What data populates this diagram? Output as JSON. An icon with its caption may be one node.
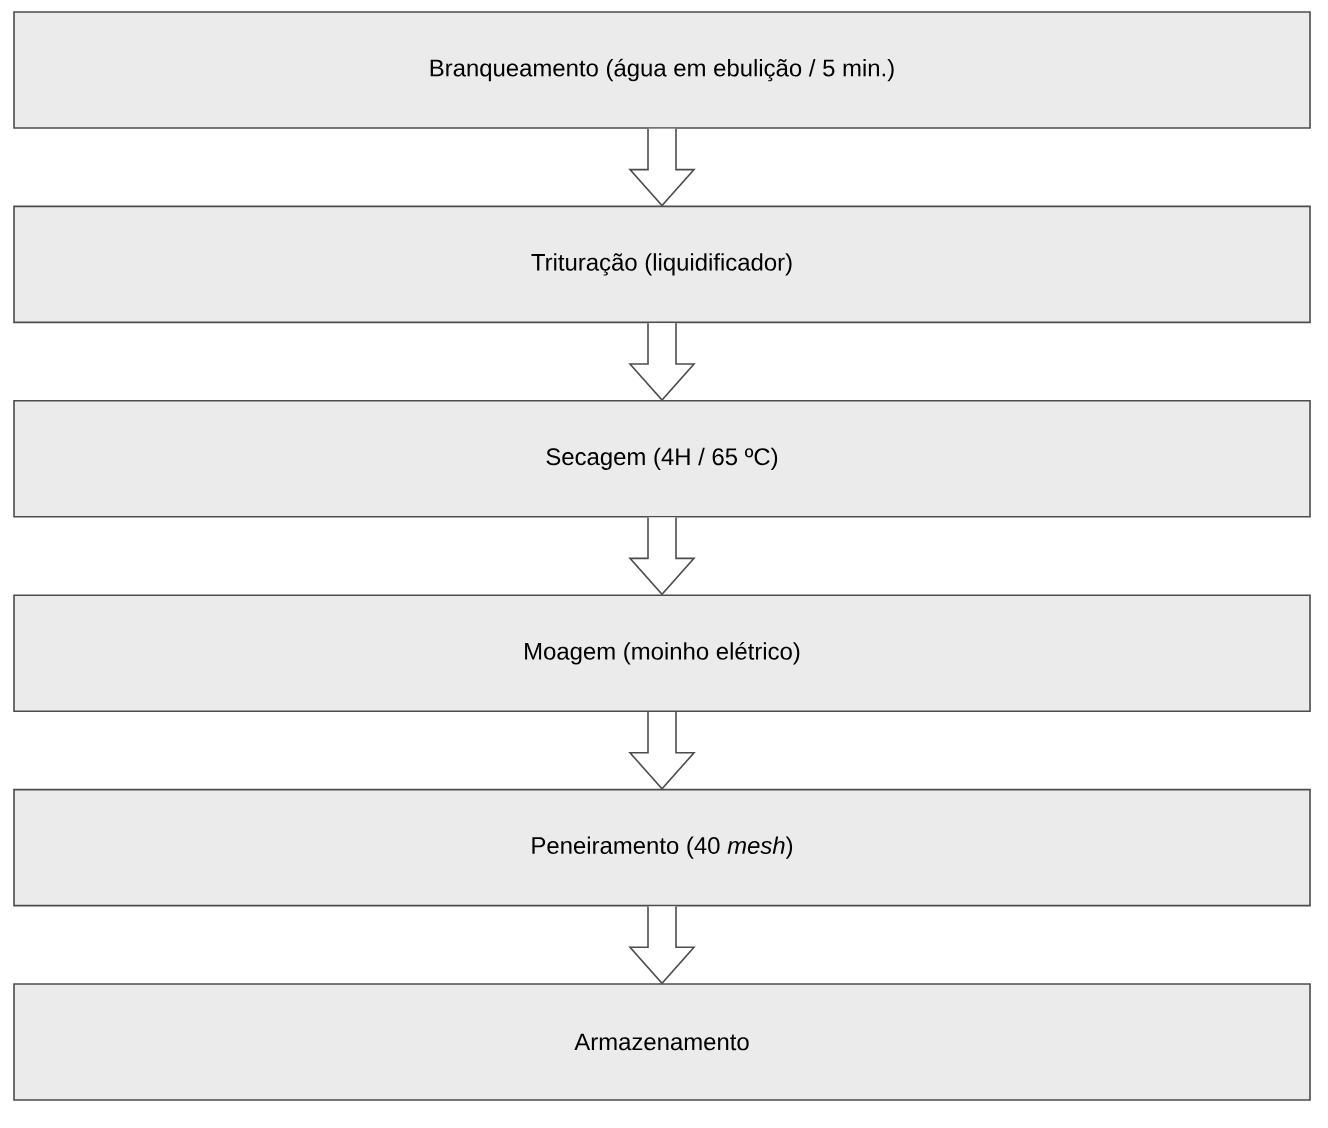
{
  "diagram": {
    "nodes": [
      {
        "text": [
          "Branqueamento (água em ebulição / 5 min.)"
        ]
      },
      {
        "text": [
          "Trituração (liquidificador)"
        ]
      },
      {
        "text": [
          "Secagem (4H / 65 ºC)"
        ]
      },
      {
        "text": [
          "Moagem (moinho elétrico)"
        ]
      },
      {
        "text": [
          "Peneiramento (40 *mesh*)"
        ]
      },
      {
        "text": [
          "Armazenamento"
        ]
      }
    ],
    "edges": [
      {
        "from": 0,
        "to": 1,
        "arrow": "to"
      },
      {
        "from": 1,
        "to": 2,
        "arrow": "to"
      },
      {
        "from": 2,
        "to": 3,
        "arrow": "to"
      },
      {
        "from": 3,
        "to": 4,
        "arrow": "to"
      },
      {
        "from": 4,
        "to": 5,
        "arrow": "to"
      }
    ]
  }
}
